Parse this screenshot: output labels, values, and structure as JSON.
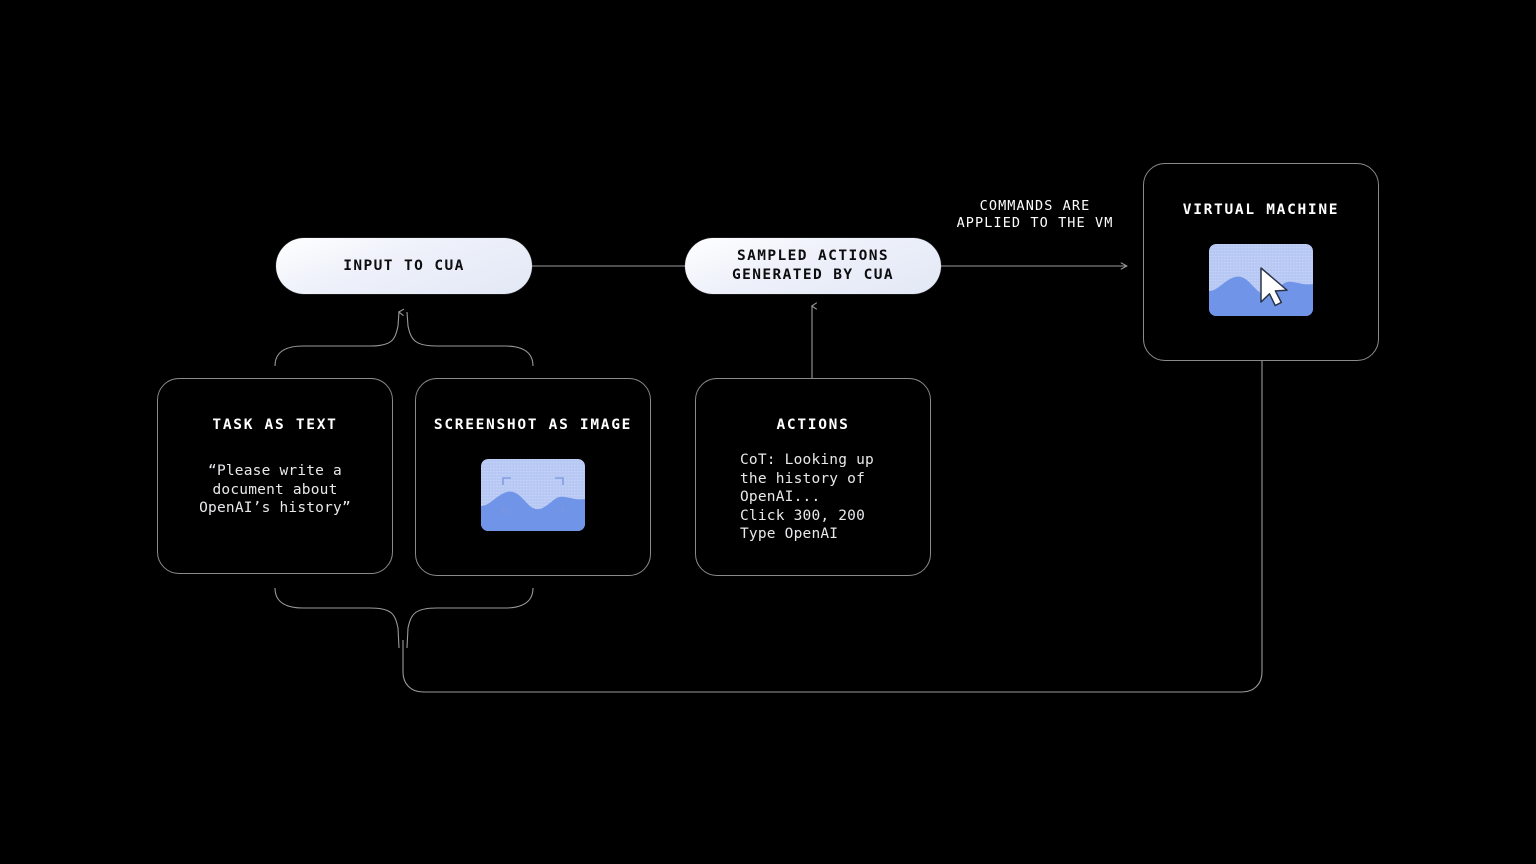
{
  "diagram": {
    "title": "CUA loop diagram",
    "background_color": "#000000",
    "line_color": "#8a8a8a",
    "accent_light": "#eef1fa",
    "accent_blue": "#6f94e8",
    "accent_blue_light": "#aec2f2"
  },
  "nodes": {
    "input_to_cua": {
      "label": "INPUT TO CUA",
      "shape": "pill"
    },
    "sampled_actions": {
      "label": "SAMPLED ACTIONS\nGENERATED BY CUA",
      "shape": "pill"
    },
    "task_as_text": {
      "title": "TASK AS TEXT",
      "body": "“Please write a\ndocument about\nOpenAI’s history”"
    },
    "screenshot_as_image": {
      "title": "SCREENSHOT AS IMAGE",
      "icon": "picture-thumbnail-icon"
    },
    "actions": {
      "title": "ACTIONS",
      "body": "CoT: Looking up\nthe history of\nOpenAI...\nClick 300, 200\nType OpenAI"
    },
    "virtual_machine": {
      "title": "VIRTUAL MACHINE",
      "icon": "picture-thumbnail-with-cursor-icon"
    }
  },
  "edges": {
    "commands_to_vm": {
      "label": "COMMANDS ARE\nAPPLIED TO THE VM"
    }
  }
}
